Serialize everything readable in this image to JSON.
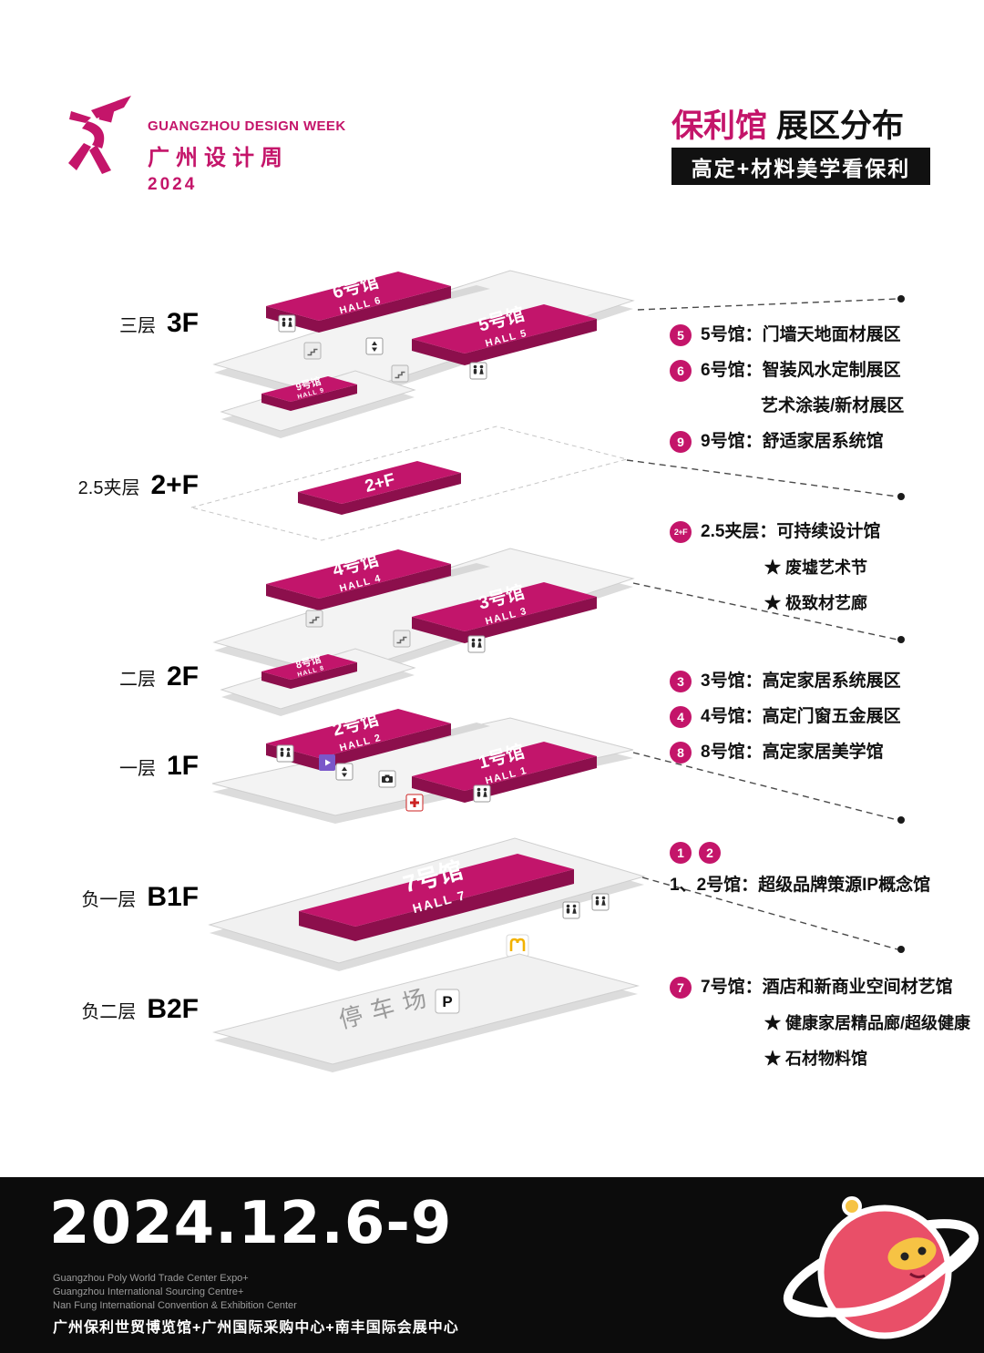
{
  "header": {
    "logo_title": "GUANGZHOU DESIGN WEEK",
    "logo_subtitle": "广州设计周",
    "logo_year": "2024",
    "title_accent": "保利馆",
    "title_black": "展区分布",
    "banner": "高定+材料美学看保利"
  },
  "floors": [
    {
      "cn": "三层",
      "code": "3F"
    },
    {
      "cn": "2.5夹层",
      "code": "2+F"
    },
    {
      "cn": "二层",
      "code": "2F"
    },
    {
      "cn": "一层",
      "code": "1F"
    },
    {
      "cn": "负一层",
      "code": "B1F"
    },
    {
      "cn": "负二层",
      "code": "B2F"
    }
  ],
  "halls": {
    "hall6": {
      "name": "6号馆",
      "sub": "HALL 6"
    },
    "hall5": {
      "name": "5号馆",
      "sub": "HALL 5"
    },
    "hall9": {
      "name": "9号馆",
      "sub": "HALL 9"
    },
    "mezz": {
      "name": "2+F"
    },
    "hall4": {
      "name": "4号馆",
      "sub": "HALL 4"
    },
    "hall3": {
      "name": "3号馆",
      "sub": "HALL 3"
    },
    "hall8": {
      "name": "8号馆",
      "sub": "HALL 8"
    },
    "hall2": {
      "name": "2号馆",
      "sub": "HALL 2"
    },
    "hall1": {
      "name": "1号馆",
      "sub": "HALL 1"
    },
    "hall7": {
      "name": "7号馆",
      "sub": "HALL 7"
    },
    "parking": {
      "name": "停车场",
      "sign": "P"
    }
  },
  "legend": {
    "g1": [
      {
        "badge": "5",
        "text": "5号馆：门墙天地面材展区"
      },
      {
        "badge": "6",
        "text": "6号馆：智装风水定制展区"
      },
      {
        "badge": "",
        "text": "艺术涂装/新材展区"
      },
      {
        "badge": "9",
        "text": "9号馆：舒适家居系统馆"
      }
    ],
    "g2": [
      {
        "badge": "2+F",
        "text": "2.5夹层：可持续设计馆"
      },
      {
        "badge": "",
        "text": "★ 废墟艺术节"
      },
      {
        "badge": "",
        "text": "★ 极致材艺廊"
      }
    ],
    "g3": [
      {
        "badge": "3",
        "text": "3号馆：高定家居系统展区"
      },
      {
        "badge": "4",
        "text": "4号馆：高定门窗五金展区"
      },
      {
        "badge": "8",
        "text": "8号馆：高定家居美学馆"
      }
    ],
    "g4": {
      "badges": [
        "1",
        "2"
      ],
      "text": "1、2号馆：超级品牌策源IP概念馆"
    },
    "g5": [
      {
        "badge": "7",
        "text": "7号馆：酒店和新商业空间材艺馆"
      },
      {
        "badge": "",
        "text": "★ 健康家居精品廊/超级健康"
      },
      {
        "badge": "",
        "text": "★ 石材物料馆"
      }
    ]
  },
  "icons": {
    "restroom": "restroom pictogram",
    "stairs": "stairs pictogram",
    "elevator": "elevator up-down pictogram",
    "camera": "camera pictogram",
    "first_aid": "first-aid red cross",
    "media": "purple play button",
    "mcdonalds": "golden arches M"
  },
  "footer": {
    "date": "2024.12.6-9",
    "venues_en": [
      "Guangzhou Poly World Trade Center Expo+",
      "Guangzhou International Sourcing Centre+",
      "Nan Fung International Convention & Exhibition Center"
    ],
    "venues_cn": "广州保利世贸博览馆+广州国际采购中心+南丰国际会展中心"
  },
  "colors": {
    "accent": "#c4156a",
    "hall_top": "#c2156b",
    "hall_side": "#8c0f4c",
    "banner_bg": "#111111"
  }
}
